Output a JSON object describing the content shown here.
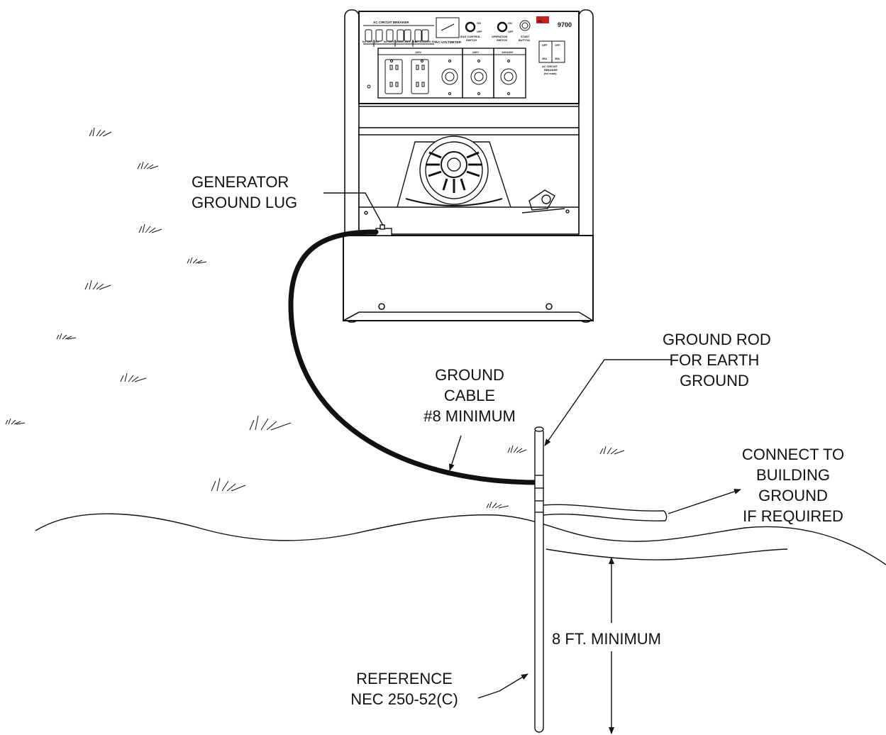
{
  "labels": {
    "generator_ground_lug": [
      "GENERATOR",
      "GROUND LUG"
    ],
    "ground_rod": [
      "GROUND ROD",
      "FOR EARTH",
      "GROUND"
    ],
    "ground_cable": [
      "GROUND",
      "CABLE",
      "#8 MINIMUM"
    ],
    "building_ground": [
      "CONNECT TO",
      "BUILDING",
      "GROUND",
      "IF REQUIRED"
    ],
    "depth": "8 FT. MINIMUM",
    "reference": [
      "REFERENCE",
      "NEC 250-52(C)"
    ]
  },
  "panel": {
    "model": "9700",
    "brand": "MQ",
    "breaker_title": "AC CIRCUIT BREAKER",
    "breaker_labels": [
      "for 120V 15A",
      "for 120V 30A",
      "for 240V 20A",
      "for 120/240V 30A"
    ],
    "voltmeter": "AC VOLTMETER",
    "idle_switch": [
      "IDLE CONTROL",
      "SWITCH"
    ],
    "operation_switch": [
      "OPERATION",
      "SWITCH"
    ],
    "start_button": [
      "START",
      "BUTTON"
    ],
    "on_label": "ON",
    "off_label": "OFF",
    "receptacle_sections": [
      "120V",
      "240V",
      "120/240V"
    ],
    "main_breaker": [
      "AC CIRCUIT",
      "BREAKER",
      "(for main)"
    ],
    "main_breaker_off": [
      "OFF",
      "OFF"
    ],
    "main_breaker_amps": [
      "35A",
      "35A"
    ]
  }
}
